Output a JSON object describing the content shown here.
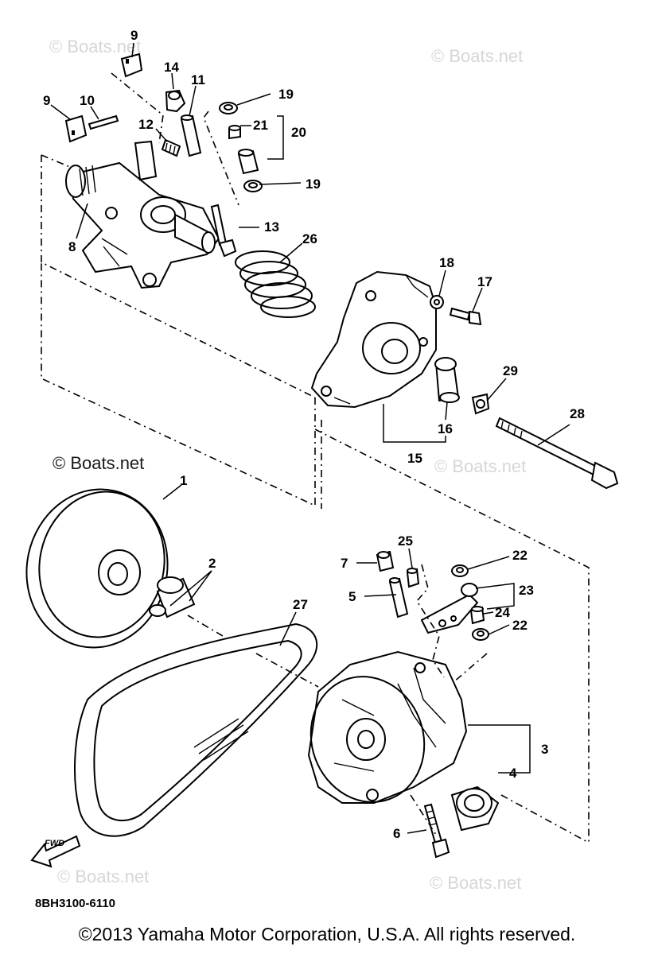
{
  "watermarks": {
    "top_left": "© Boats.net",
    "top_right": "© Boats.net",
    "middle_left": "© Boats.net",
    "middle_right": "© Boats.net",
    "bottom_left": "© Boats.net",
    "bottom_right": "© Boats.net"
  },
  "callouts": {
    "p1": "1",
    "p2": "2",
    "p3": "3",
    "p4": "4",
    "p5": "5",
    "p6": "6",
    "p7": "7",
    "p8": "8",
    "p9a": "9",
    "p9b": "9",
    "p10": "10",
    "p11": "11",
    "p12": "12",
    "p13": "13",
    "p14": "14",
    "p15": "15",
    "p16": "16",
    "p17": "17",
    "p18": "18",
    "p19a": "19",
    "p19b": "19",
    "p20": "20",
    "p21": "21",
    "p22a": "22",
    "p22b": "22",
    "p23": "23",
    "p24": "24",
    "p25": "25",
    "p26": "26",
    "p27": "27",
    "p28": "28",
    "p29": "29"
  },
  "fwd_label": "FWD",
  "diagram_code": "8BH3100-6110",
  "copyright": "©2013 Yamaha Motor Corporation, U.S.A. All rights reserved."
}
